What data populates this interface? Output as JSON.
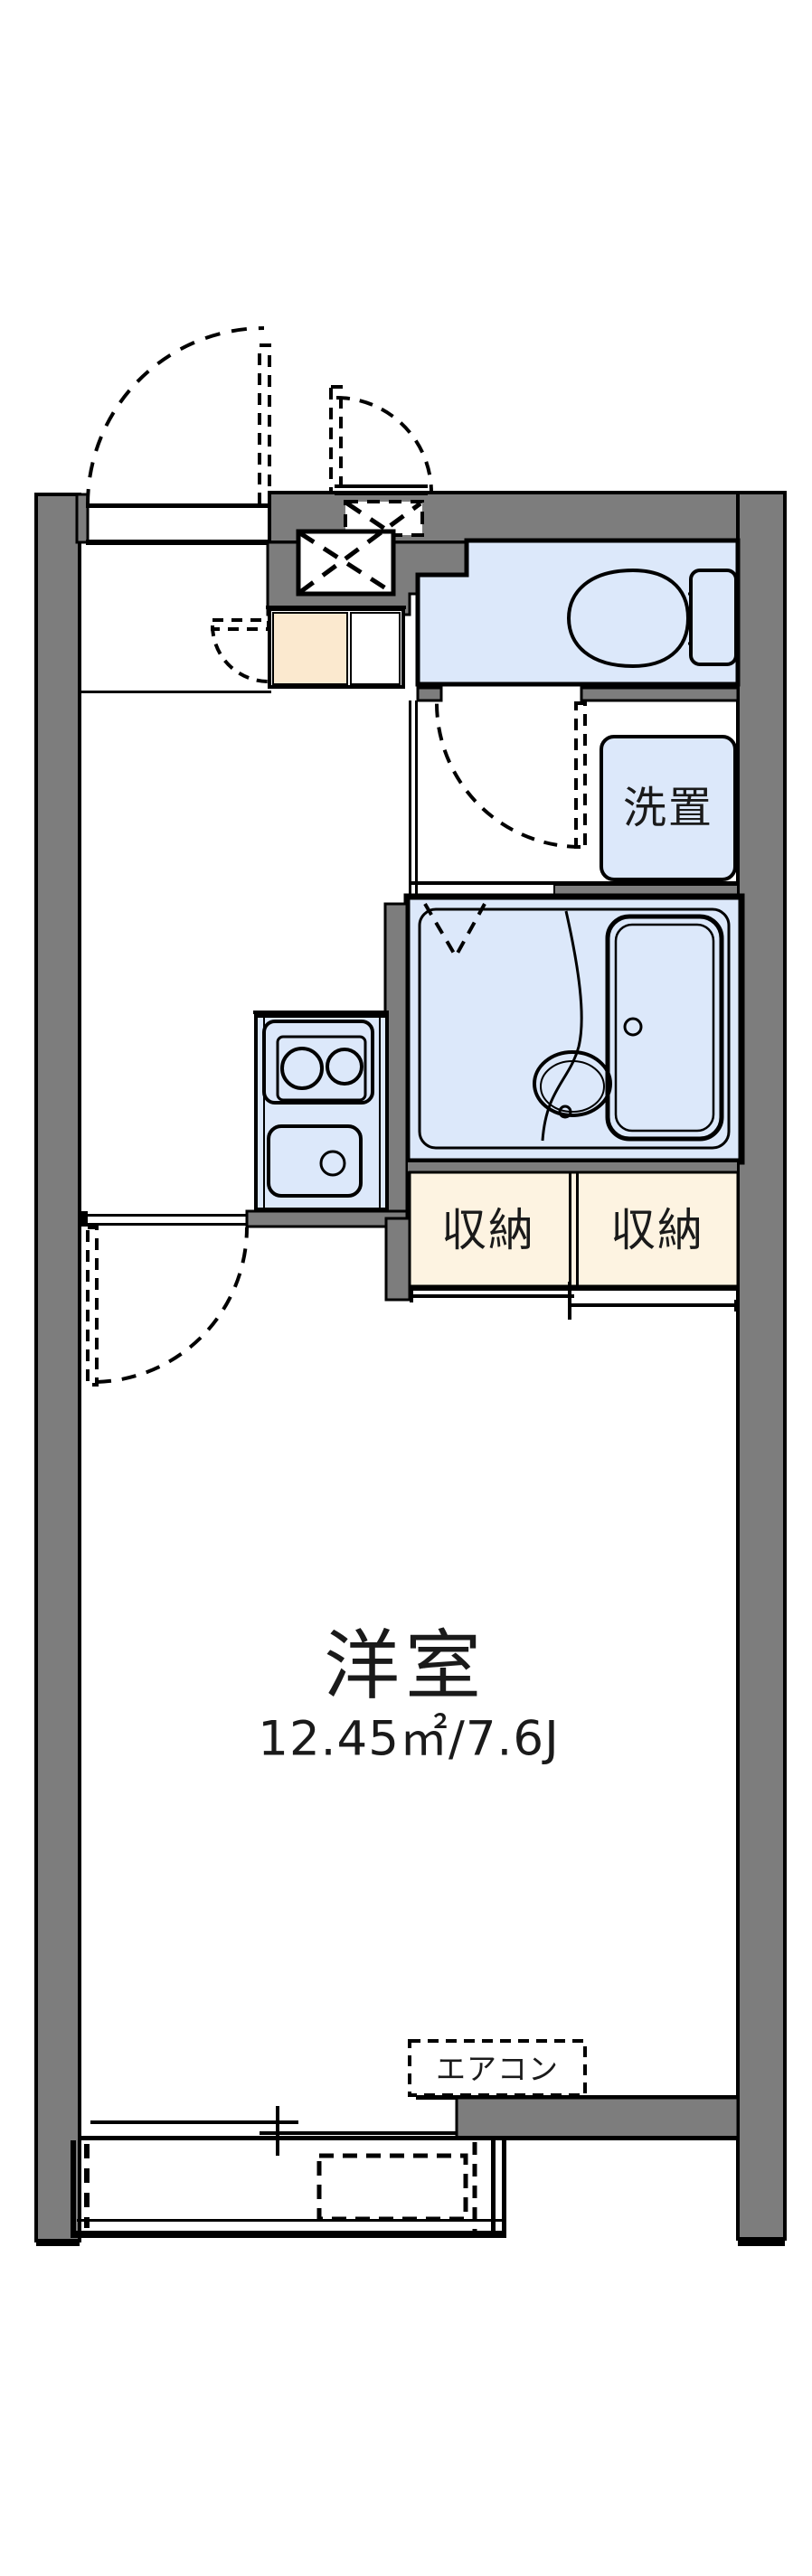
{
  "floor_plan": {
    "rooms": {
      "main_room": {
        "name": "洋室",
        "area_label": "12.45㎡/7.6J"
      },
      "storage_left": {
        "label": "収納"
      },
      "storage_right": {
        "label": "収納"
      },
      "washer_space": {
        "label": "洗置"
      },
      "air_conditioner": {
        "label": "エアコン"
      }
    },
    "colors": {
      "wall_gray": "#7d7d7d",
      "fixture_blue": "#dce8fa",
      "storage_cream": "#fdf3e1",
      "shoe_cabinet_beige": "#fbe9cf",
      "line_black": "#000000",
      "background": "#ffffff"
    }
  }
}
